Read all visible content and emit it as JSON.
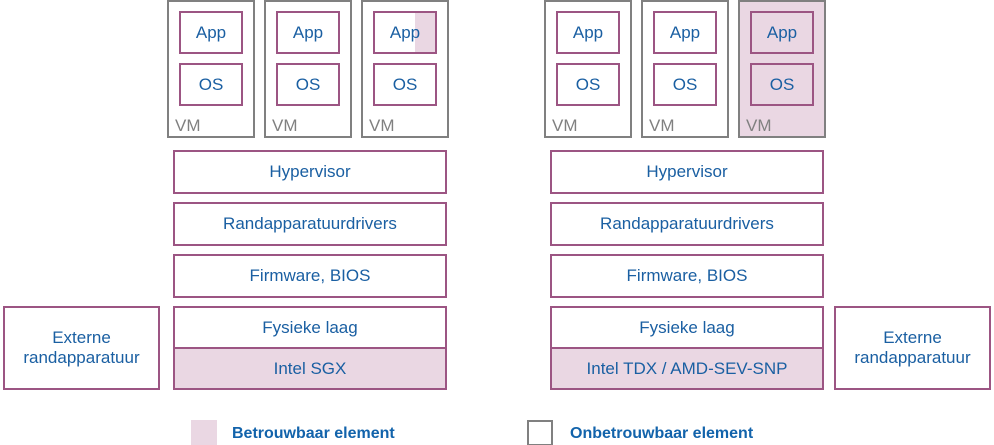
{
  "diagram": {
    "title_text": "",
    "colors": {
      "trusted_fill": "#ead7e3",
      "box_border": "#9c5583",
      "vm_border": "#808080",
      "label_text": "#1a5fa2",
      "legend_text": "#1263ab",
      "background": "#ffffff"
    }
  },
  "left_stack": {
    "vms": [
      {
        "app_label": "App",
        "os_label": "OS",
        "vm_label": "VM",
        "app_trusted": false,
        "os_trusted": false,
        "vm_trusted": false
      },
      {
        "app_label": "App",
        "os_label": "OS",
        "vm_label": "VM",
        "app_trusted": false,
        "os_trusted": false,
        "vm_trusted": false
      },
      {
        "app_label": "App",
        "os_label": "OS",
        "vm_label": "VM",
        "app_trusted": "partial",
        "os_trusted": false,
        "vm_trusted": false
      }
    ],
    "layers": [
      {
        "label": "Hypervisor",
        "trusted": false
      },
      {
        "label": "Randapparatuurdrivers",
        "trusted": false
      },
      {
        "label": "Firmware, BIOS",
        "trusted": false
      }
    ],
    "split_layer": {
      "top_label": "Fysieke laag",
      "bottom_label": "Intel SGX",
      "top_trusted": false,
      "bottom_trusted": true
    }
  },
  "right_stack": {
    "vms": [
      {
        "app_label": "App",
        "os_label": "OS",
        "vm_label": "VM",
        "app_trusted": false,
        "os_trusted": false,
        "vm_trusted": false
      },
      {
        "app_label": "App",
        "os_label": "OS",
        "vm_label": "VM",
        "app_trusted": false,
        "os_trusted": false,
        "vm_trusted": false
      },
      {
        "app_label": "App",
        "os_label": "OS",
        "vm_label": "VM",
        "app_trusted": true,
        "os_trusted": true,
        "vm_trusted": true
      }
    ],
    "layers": [
      {
        "label": "Hypervisor",
        "trusted": false
      },
      {
        "label": "Randapparatuurdrivers",
        "trusted": false
      },
      {
        "label": "Firmware, BIOS",
        "trusted": false
      }
    ],
    "split_layer": {
      "top_label": "Fysieke laag",
      "bottom_label": "Intel TDX / AMD-SEV-SNP",
      "top_trusted": false,
      "bottom_trusted": true
    }
  },
  "peripherals": {
    "left": {
      "line1": "Externe",
      "line2": "randapparatuur"
    },
    "right": {
      "line1": "Externe",
      "line2": "randapparatuur"
    }
  },
  "legend": {
    "items": [
      {
        "swatch": "filled-square-icon",
        "label": "Betrouwbaar element"
      },
      {
        "swatch": "outline-square-icon",
        "label": "Onbetrouwbaar element"
      }
    ]
  }
}
